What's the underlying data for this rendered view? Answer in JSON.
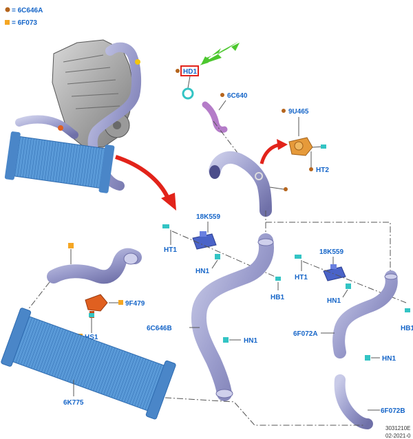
{
  "legend": [
    {
      "marker": "circle",
      "color": "#b5651d",
      "text": "= 6C646A"
    },
    {
      "marker": "square",
      "color": "#f5a623",
      "text": "= 6F073"
    }
  ],
  "labels": {
    "hd1": "HD1",
    "p6c640": "6C640",
    "p9u465": "9U465",
    "ht2": "HT2",
    "p18k559_left": "18K559",
    "ht1_left": "HT1",
    "hn1_left": "HN1",
    "hb1_left": "HB1",
    "p18k559_right": "18K559",
    "ht1_right": "HT1",
    "hn1_right": "HN1",
    "hb1_right": "HB1",
    "p9f479": "9F479",
    "hs1": "HS1",
    "p6c646b": "6C646B",
    "hn1_mid": "HN1",
    "p6f072a": "6F072A",
    "hn1_right2": "HN1",
    "p6k775": "6K775",
    "p6f072b": "6F072B"
  },
  "footer": {
    "code": "3031210E",
    "date": "02-2021-0"
  },
  "colors": {
    "label": "#1565c8",
    "hose": "#9a9ccc",
    "hose_dark": "#6f70a8",
    "cooler": "#5a9ad8",
    "clip": "#33c4c4",
    "arrow_red": "#e2231a",
    "arrow_green": "#4cc72e",
    "highlight_box": "#e2231a",
    "sensor": "#e06020",
    "bracket": "#4a63c8"
  }
}
